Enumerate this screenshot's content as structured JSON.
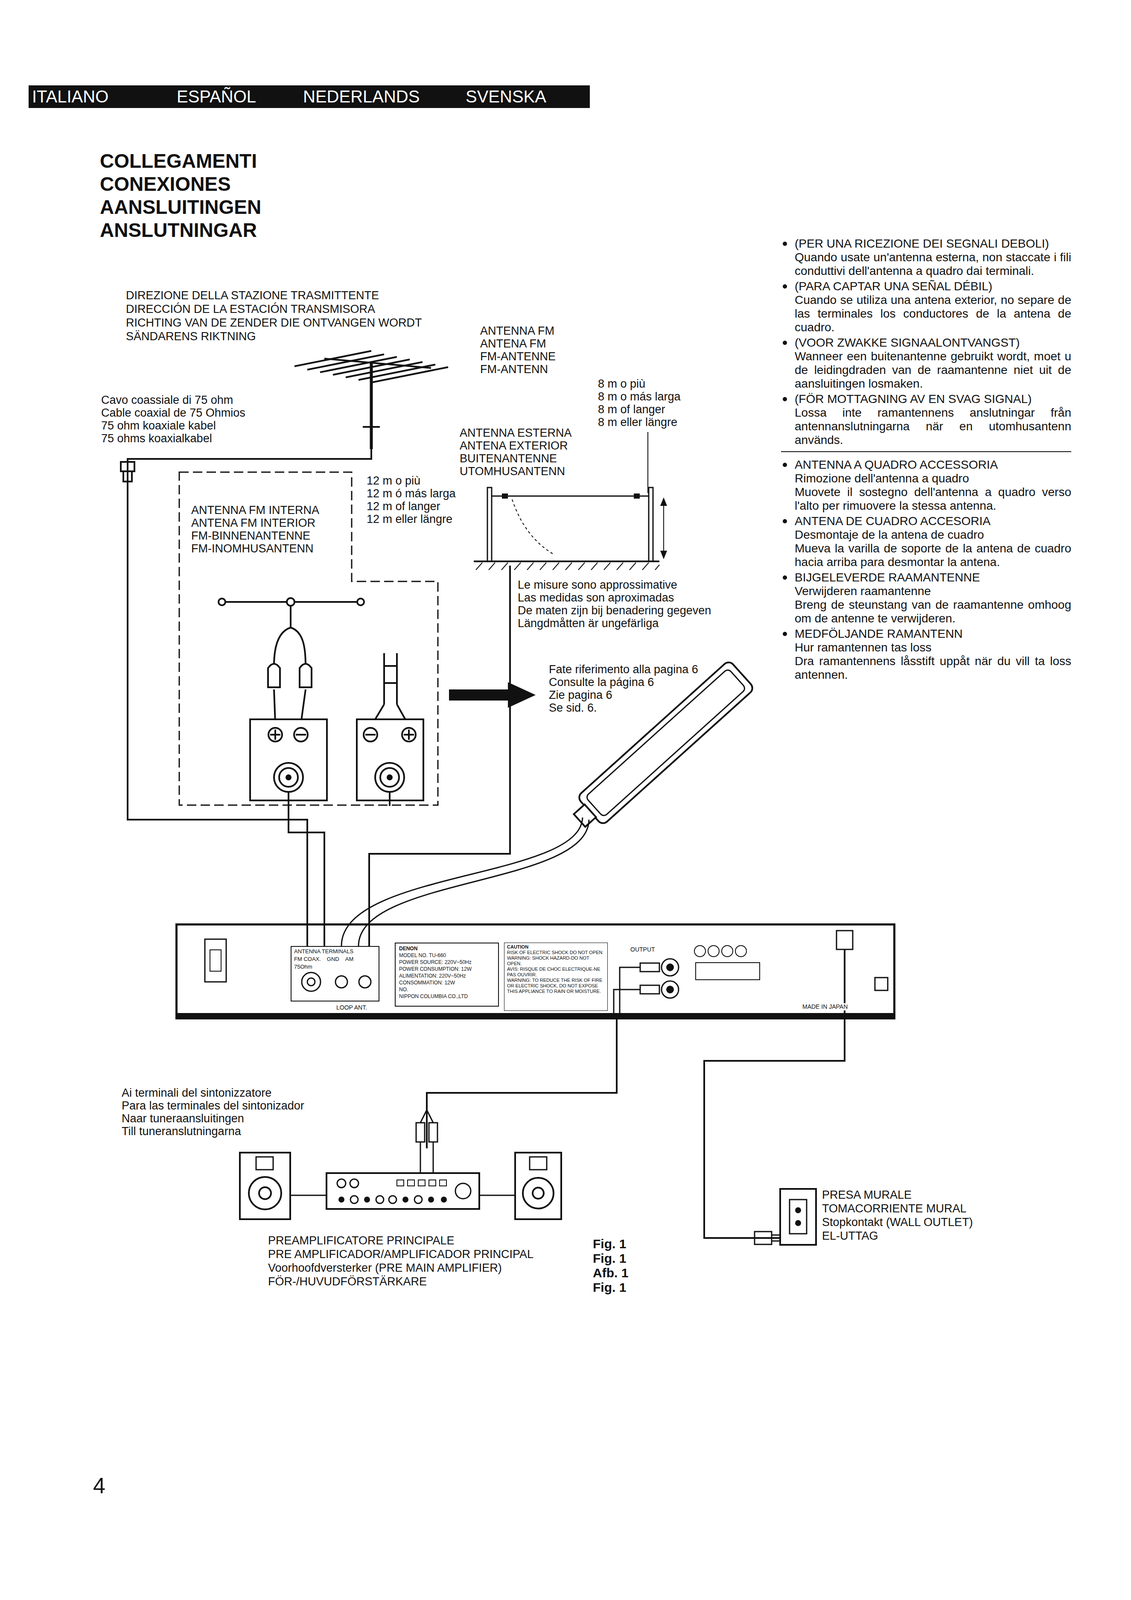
{
  "diagram": {
    "title": "COLLEGAMENTI CONEXIONES AANSLUITINGEN ANSLUTNINGAR",
    "nodes": [
      {
        "text": [
          "ANTENNA FM",
          "ANTENA FM",
          "FM-ANTENNE",
          "FM-ANTENN"
        ]
      },
      {
        "text": [
          "ANTENNA FM INTERNA",
          "ANTENA FM INTERIOR",
          "FM-BINNENANTENNE",
          "FM-INOMHUSANTENN"
        ]
      },
      {
        "text": [
          "ANTENNA ESTERNA",
          "ANTENA EXTERIOR",
          "BUITENANTENNE",
          "UTOMHUSANTENN"
        ]
      },
      {
        "text": [
          "OUTPUT",
          "MADE IN JAPAN",
          "LOOP ANT."
        ]
      },
      {
        "text": [
          "ANTENNA TERMINALS",
          "FM COAX.",
          "GND",
          "AM",
          "75Ohm"
        ],
        "in": 3
      },
      {
        "text": [
          "DENON",
          "MODEL NO. TU-660",
          "POWER SOURCE: 220V~50Hz",
          "POWER CONSUMPTION: 12W",
          "ALIMENTATION: 220V~50Hz",
          "CONSOMMATION: 12W",
          "NO.",
          "NIPPON COLUMBIA CO.,LTD"
        ],
        "in": 3
      },
      {
        "text": [
          "CAUTION",
          "RISK OF ELECTRIC SHOCK DO NOT OPEN",
          "WARNING: SHOCK HAZARD-DO NOT OPEN.",
          "AVIS: RISQUE DE CHOC ELECTRIQUE-NE PAS OUVRIR.",
          "WARNING: TO REDUCE THE RISK OF FIRE OR ELECTRIC SHOCK, DO NOT EXPOSE THIS APPLIANCE TO RAIN OR MOISTURE."
        ],
        "in": 3
      },
      {
        "text": [
          "PREAMPLIFICATORE PRINCIPALE",
          "PRE AMPLIFICADOR/AMPLIFICADOR PRINCIPAL",
          "Voorhoofdversterker (PRE MAIN AMPLIFIER)",
          "FÖR-/HUVUDFÖRSTÄRKARE"
        ]
      },
      {
        "text": [
          "PRESA MURALE",
          "TOMACORRIENTE MURAL",
          "Stopkontakt (WALL OUTLET)",
          "EL-UTTAG"
        ]
      }
    ],
    "edges": [
      {
        "from": 0,
        "to": 4,
        "arrow": "none"
      },
      {
        "from": 1,
        "to": 4,
        "arrow": "none"
      },
      {
        "from": 2,
        "to": 4,
        "arrow": "none"
      },
      {
        "from": 3,
        "to": 7,
        "arrow": "none"
      },
      {
        "from": 3,
        "to": 8,
        "arrow": "none"
      }
    ],
    "labels": [
      "ITALIANO",
      "ESPAÑOL",
      "NEDERLANDS",
      "SVENSKA",
      "DIREZIONE DELLA STAZIONE TRASMITTENTE",
      "DIRECCIÓN DE LA ESTACIÓN TRANSMISORA",
      "RICHTING VAN DE ZENDER DIE ONTVANGEN WORDT",
      "SÄNDARENS RIKTNING",
      "Cavo coassiale di 75 ohm",
      "Cable coaxial de 75 Ohmios",
      "75 ohm koaxiale kabel",
      "75 ohms koaxialkabel",
      "8 m o più",
      "8 m o más larga",
      "8 m of langer",
      "8 m eller längre",
      "12 m o più",
      "12 m ó más larga",
      "12 m of langer",
      "12 m eller längre",
      "Le misure sono approssimative",
      "Las medidas son aproximadas",
      "De maten zijn bij benadering gegeven",
      "Längdmåtten är ungefärliga",
      "Fate riferimento alla pagina 6",
      "Consulte la página 6",
      "Zie pagina 6",
      "Se sid. 6.",
      "Ai terminali del sintonizzatore",
      "Para las terminales del sintonizador",
      "Naar tuneraansluitingen",
      "Till tuneranslutningarna",
      "Fig. 1",
      "Fig. 1",
      "Afb. 1",
      "Fig. 1",
      "(PER UNA RICEZIONE DEI SEGNALI DEBOLI)",
      "Quando usate un'antenna esterna, non staccate i fili conduttivi dell'antenna a quadro dai terminali.",
      "(PARA CAPTAR UNA SEÑAL DÉBIL)",
      "Cuando se utiliza una antena exterior, no separe de las terminales los conductores de la antena de cuadro.",
      "(VOOR ZWAKKE SIGNAALONTVANGST)",
      "Wanneer een buitenantenne gebruikt wordt, moet u de leidingdraden van de raamantenne niet uit de aansluitingen losmaken.",
      "(FÖR MOTTAGNING AV EN SVAG SIGNAL)",
      "Lossa inte ramantennens anslutningar från antennanslutningarna när en utomhusantenn används.",
      "ANTENNA A QUADRO ACCESSORIA",
      "Rimozione dell'antenna a quadro",
      "Muovete il sostegno dell'antenna a quadro verso l'alto per rimuovere la stessa antenna.",
      "ANTENA DE CUADRO ACCESORIA",
      "Desmontaje de la antena de cuadro",
      "Mueva la varilla de soporte de la antena de cuadro hacia arriba para desmontar la antena.",
      "BIJGELEVERDE RAAMANTENNE",
      "Verwijderen raamantenne",
      "Breng de steunstang van de raamantenne omhoog om de antenne te verwijderen.",
      "MEDFÖLJANDE RAMANTENN",
      "Hur ramantennen tas loss",
      "Dra ramantennens låsstift uppåt när du vill ta loss antennen.",
      "4"
    ]
  }
}
